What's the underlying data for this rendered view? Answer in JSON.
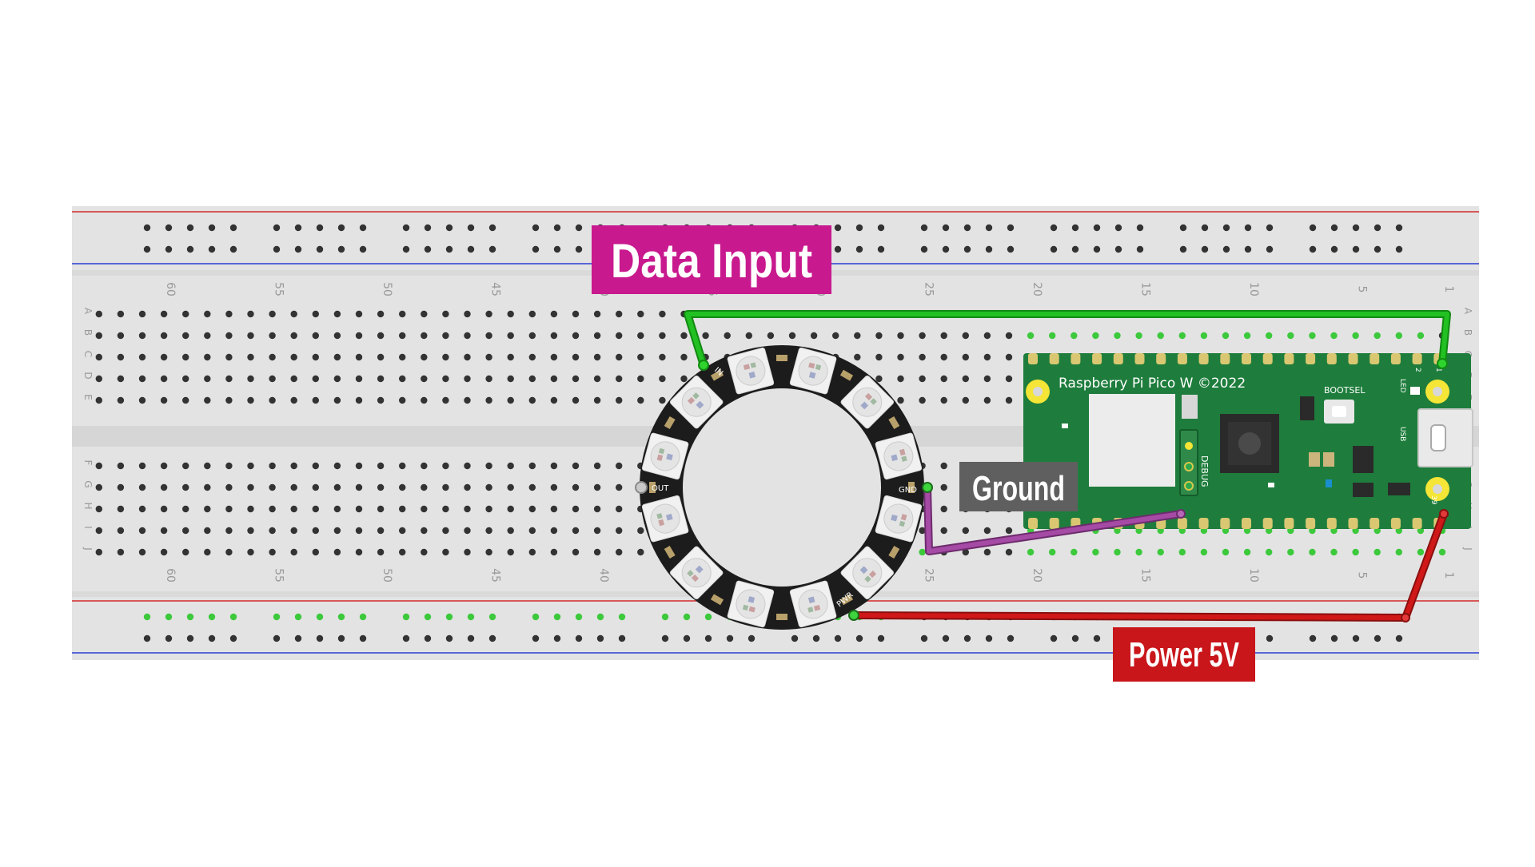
{
  "board": {
    "label": "Raspberry Pi Pico W ©2022",
    "bootsel": "BOOTSEL",
    "led": "LED",
    "usb": "USB",
    "debug": "DEBUG",
    "pin_top_a": "1",
    "pin_top_b": "2",
    "pin_bottom": "39"
  },
  "ring": {
    "pin_in": "IN",
    "pin_out": "OUT",
    "pin_gnd": "GND",
    "pin_pwr": "PWR"
  },
  "breadboard": {
    "rows_top": [
      "A",
      "B",
      "C",
      "D",
      "E"
    ],
    "rows_bottom": [
      "F",
      "G",
      "H",
      "I",
      "J"
    ],
    "column_numbers": [
      "60",
      "55",
      "50",
      "45",
      "40",
      "35",
      "30",
      "25",
      "20",
      "15",
      "10",
      "5",
      "1"
    ]
  },
  "labels": {
    "data_input": "Data Input",
    "ground": "Ground",
    "power": "Power 5V"
  },
  "colors": {
    "data_wire": "#22c022",
    "ground_wire": "#a54aa5",
    "power_wire": "#d01818",
    "data_label_bg": "#c8198e",
    "ground_label_bg": "#5f5f5f",
    "power_label_bg": "#c8161a",
    "pcb": "#1e7d3c",
    "breadboard": "#e3e3e3"
  }
}
